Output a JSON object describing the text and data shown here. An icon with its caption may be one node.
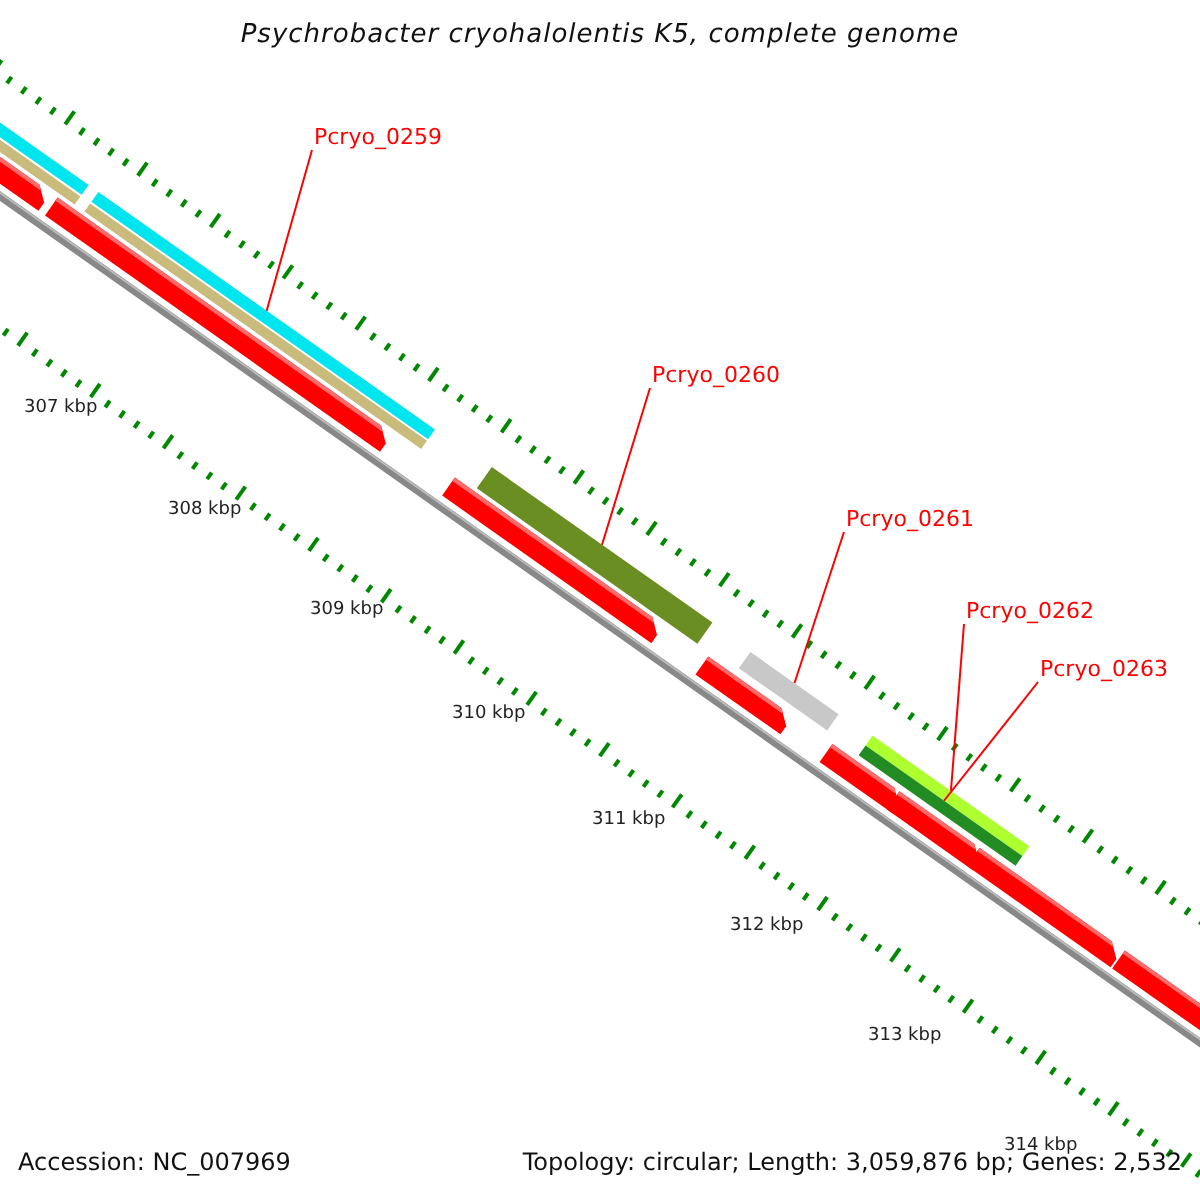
{
  "diagram": {
    "title": "Psychrobacter cryohalolentis K5, complete genome",
    "nodes": [
      {
        "text": [
          "Pcryo_0259"
        ]
      },
      {
        "text": [],
        "shape": "bar"
      },
      {
        "text": [
          "Pcryo_0260"
        ]
      },
      {
        "text": [],
        "shape": "bar"
      },
      {
        "text": [
          "Pcryo_0261"
        ]
      },
      {
        "text": [],
        "shape": "bar"
      },
      {
        "text": [
          "Pcryo_0262"
        ]
      },
      {
        "text": [],
        "shape": "bar"
      },
      {
        "text": [
          "Pcryo_0263"
        ]
      },
      {
        "text": [],
        "shape": "bar"
      }
    ],
    "edges": [
      {
        "from": 0,
        "to": 1,
        "arrow": "none"
      },
      {
        "from": 2,
        "to": 3,
        "arrow": "none"
      },
      {
        "from": 4,
        "to": 5,
        "arrow": "none"
      },
      {
        "from": 6,
        "to": 7,
        "arrow": "none"
      },
      {
        "from": 8,
        "to": 9,
        "arrow": "none"
      }
    ],
    "labels": [
      "307 kbp",
      "308 kbp",
      "309 kbp",
      "310 kbp",
      "311 kbp",
      "312 kbp",
      "313 kbp",
      "314 kbp",
      "Accession: NC_007969",
      "Topology: circular; Length: 3,059,876 bp; Genes: 2,532"
    ]
  }
}
